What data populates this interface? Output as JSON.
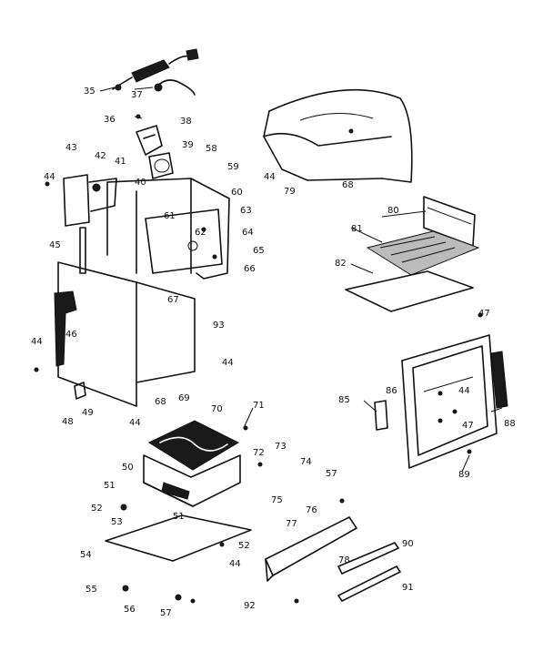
{
  "callouts": {
    "c35": "35",
    "c37a": "37",
    "c36": "36",
    "c38": "38",
    "c39": "39",
    "c58": "58",
    "c43": "43",
    "c42": "42",
    "c41": "41",
    "c40": "40",
    "c59": "59",
    "c60": "60",
    "c44a": "44",
    "c61": "61",
    "c63": "63",
    "c62": "62",
    "c64": "64",
    "c65": "65",
    "c66": "66",
    "c45": "45",
    "c67": "67",
    "c93": "93",
    "c46": "46",
    "c44b": "44",
    "c44c": "44",
    "c68a": "68",
    "c69": "69",
    "c48": "48",
    "c49": "49",
    "c44d": "44",
    "c70": "70",
    "c71": "71",
    "c72": "72",
    "c73": "73",
    "c74": "74",
    "c50": "50",
    "c57a": "57",
    "c51a": "51",
    "c52a": "52",
    "c75": "75",
    "c53": "53",
    "c51b": "51",
    "c76": "76",
    "c77": "77",
    "c52b": "52",
    "c54": "54",
    "c44e": "44",
    "c78": "78",
    "c90": "90",
    "c55": "55",
    "c56": "56",
    "c57b": "57",
    "c92": "92",
    "c91": "91",
    "c44f": "44",
    "c79": "79",
    "c68b": "68",
    "c80": "80",
    "c81": "81",
    "c82": "82",
    "c47a": "47",
    "c85": "85",
    "c86": "86",
    "c44g": "44",
    "c47b": "47",
    "c88": "88",
    "c89": "89"
  }
}
